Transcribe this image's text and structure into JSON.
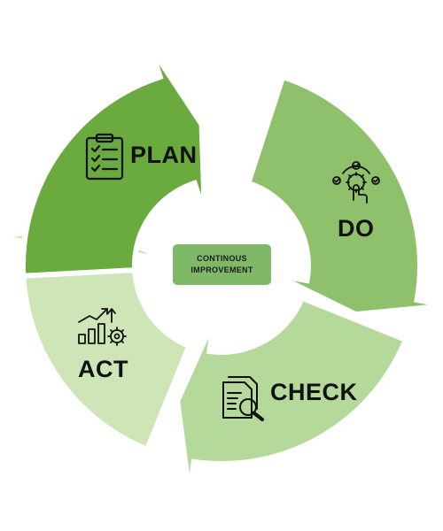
{
  "stages": {
    "plan": {
      "label": "PLAN",
      "icon": "clipboard-checklist-icon",
      "color": "#6aaa3f"
    },
    "do": {
      "label": "DO",
      "icon": "gear-hand-icon",
      "color": "#8fc06c"
    },
    "check": {
      "label": "CHECK",
      "icon": "document-magnifier-icon",
      "color": "#b5d99a"
    },
    "act": {
      "label": "ACT",
      "icon": "growth-chart-gear-icon",
      "color": "#cde5b7"
    }
  },
  "center": {
    "line1": "CONTINOUS",
    "line2": "IMPROVEMENT",
    "color": "#7fb867"
  }
}
